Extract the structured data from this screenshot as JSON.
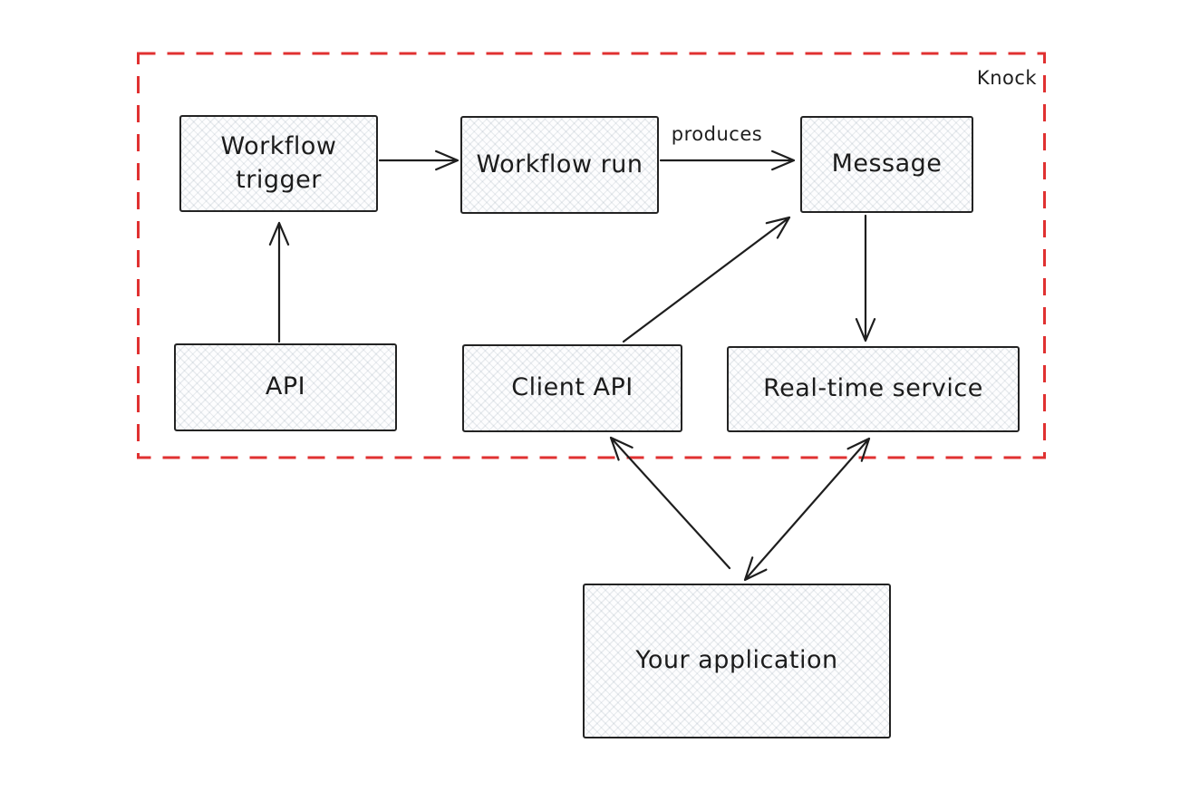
{
  "diagram": {
    "boundary": {
      "label": "Knock",
      "color": "#e03131"
    },
    "nodes": [
      {
        "id": "workflow-trigger",
        "label": "Workflow trigger"
      },
      {
        "id": "workflow-run",
        "label": "Workflow run"
      },
      {
        "id": "message",
        "label": "Message"
      },
      {
        "id": "api",
        "label": "API"
      },
      {
        "id": "client-api",
        "label": "Client API"
      },
      {
        "id": "real-time-service",
        "label": "Real-time service"
      },
      {
        "id": "your-application",
        "label": "Your application"
      }
    ],
    "edges": [
      {
        "from": "Workflow trigger",
        "to": "Workflow run",
        "label": "",
        "bidirectional": false
      },
      {
        "from": "Workflow run",
        "to": "Message",
        "label": "produces",
        "bidirectional": false
      },
      {
        "from": "API",
        "to": "Workflow trigger",
        "label": "",
        "bidirectional": false
      },
      {
        "from": "Client API",
        "to": "Message",
        "label": "",
        "bidirectional": false
      },
      {
        "from": "Message",
        "to": "Real-time service",
        "label": "",
        "bidirectional": false
      },
      {
        "from": "Your application",
        "to": "Client API",
        "label": "",
        "bidirectional": false
      },
      {
        "from": "Your application",
        "to": "Real-time service",
        "label": "",
        "bidirectional": true
      }
    ],
    "colors": {
      "stroke": "#1e1e1e",
      "boundary": "#e03131",
      "node_fill": "#f2f4f6",
      "background": "#ffffff"
    }
  }
}
